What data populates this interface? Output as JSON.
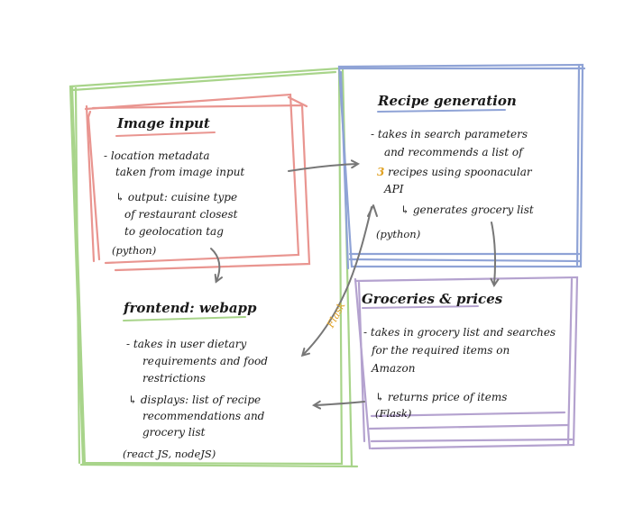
{
  "colors": {
    "green": "#a8d48a",
    "red": "#e99590",
    "blue": "#8fa3d6",
    "purple": "#b4a2cf",
    "arrow": "#777777",
    "accent": "#e0a020",
    "ink": "#1a1a1a"
  },
  "image_input": {
    "title": "Image input",
    "line1": "- location metadata",
    "line2": "taken from image input",
    "line3": "↳ output: cuisine type",
    "line4": "of restaurant closest",
    "line5": "to geolocation tag",
    "tag": "(python)"
  },
  "frontend": {
    "title": "frontend: webapp",
    "line1": "- takes in user dietary",
    "line2": "requirements and food",
    "line3": "restrictions",
    "line4": "↳ displays: list of recipe",
    "line5": "recommendations and",
    "line6": "grocery list",
    "tag": "(react JS, nodeJS)"
  },
  "recipe": {
    "title": "Recipe generation",
    "line1": "- takes in search parameters",
    "line2": "and recommends a list of",
    "line3_num": "3",
    "line3_rest": " recipes using spoonacular",
    "line4": "API",
    "line5": "↳ generates grocery list",
    "tag": "(python)"
  },
  "groceries": {
    "title": "Groceries & prices",
    "line1": "- takes in grocery list and searches",
    "line2": "for the required items on",
    "line3": "Amazon",
    "line4": "↳ returns price of items",
    "line5": "(Flask)"
  },
  "arrow_label": "Flask"
}
